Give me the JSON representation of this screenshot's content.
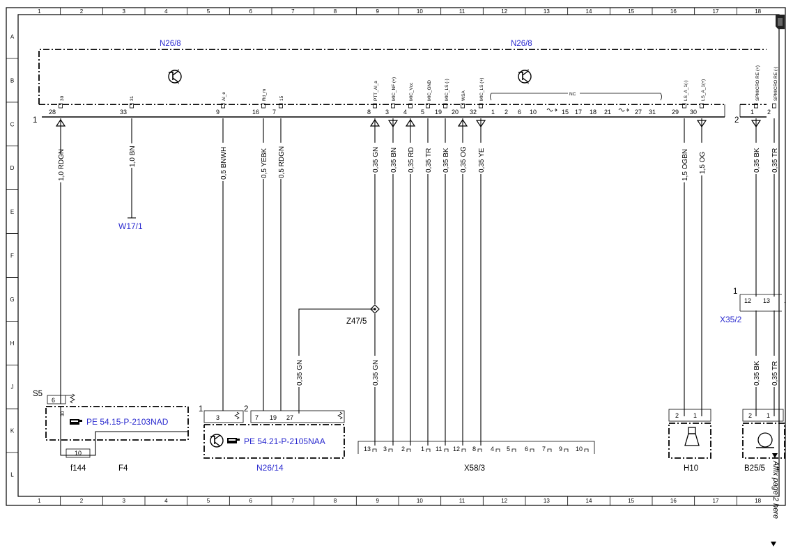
{
  "grid": {
    "columns": [
      "1",
      "2",
      "3",
      "4",
      "5",
      "6",
      "7",
      "8",
      "9",
      "10",
      "11",
      "12",
      "13",
      "14",
      "15",
      "16",
      "17",
      "18"
    ],
    "rows": [
      "A",
      "B",
      "C",
      "D",
      "E",
      "F",
      "G",
      "H",
      "J",
      "K",
      "L"
    ]
  },
  "components": {
    "n26_8_left": "N26/8",
    "n26_8_right": "N26/8",
    "w17_1": "W17/1",
    "z47_5": "Z47/5",
    "x35_2": "X35/2",
    "x58_3": "X58/3",
    "h10": "H10",
    "b25": "B25/5",
    "n26_14": "N26/14",
    "f144": "f144",
    "f4": "F4",
    "s5": "S5",
    "nc": "NC"
  },
  "references": {
    "ref1": "PE 54.15-P-2103NAD",
    "ref2": "PE 54.21-P-2105NAA"
  },
  "connector_numbers": {
    "main_left": "1",
    "main_right": "2",
    "x35_num": "1",
    "n26_14_a": "1",
    "n26_14_b": "2"
  },
  "main_pins": {
    "p28": "28",
    "p33": "33",
    "p9": "9",
    "p16": "16",
    "p7": "7",
    "p8": "8",
    "p3": "3",
    "p4": "4",
    "p5": "5",
    "p19": "19",
    "p20": "20",
    "p32": "32",
    "nc_pins": [
      "1",
      "2",
      "6",
      "10",
      "15",
      "17",
      "18",
      "21",
      "27",
      "31"
    ],
    "p29": "29",
    "p30": "30",
    "r1": "1",
    "r2": "2"
  },
  "signals": {
    "s30": "30",
    "s31": "31",
    "al_e": "Al_e",
    "rd_m": "Rd_m",
    "s15": "15",
    "ptt": "PTT_Al_a",
    "mic_nf": "MIC_NF (+)",
    "mic_vcc": "MIC_Vcc",
    "mic_gnd": "MIC_GND",
    "mic_ls_minus": "MIC_LS (-)",
    "wsa": "WSA",
    "mic_ls_plus": "MIC_LS (+)",
    "ls_a1_minus": "LS_A_1(-)",
    "ls_a1_plus": "LS_A_1(+)",
    "spm_plus": "SPMICRO RE (+)",
    "spm_minus": "SPMICRO RE (-)"
  },
  "wires": {
    "w1": "1,0 RDGN",
    "w2": "1,0 BN",
    "w3": "0,5 BNWH",
    "w4": "0,5 YEBK",
    "w5": "0,5 RDGN",
    "w6": "0,35 GN",
    "w7": "0,35 BN",
    "w8": "0,35 RD",
    "w9": "0,35 TR",
    "w10": "0,35 BK",
    "w11": "0,35 OG",
    "w12": "0,35 YE",
    "w13": "1,5 OGBN",
    "w14": "1,5 OG",
    "w15": "0,35 BK",
    "w16": "0,35 TR",
    "w17": "0,35 GN",
    "w18": "0,35 GN",
    "w19": "0,35 BK",
    "w20": "0,35 TR"
  },
  "x58_pins": [
    "13",
    "3",
    "2",
    "1",
    "11",
    "12",
    "8",
    "4",
    "5",
    "6",
    "7",
    "9",
    "10"
  ],
  "h10_pins": [
    "2",
    "1"
  ],
  "b25_pins": [
    "2",
    "1"
  ],
  "x35_pins": [
    "12",
    "13"
  ],
  "s5_pins": {
    "p6": "6",
    "p30": "30",
    "p10": "10"
  },
  "n26_14_pins": [
    "3",
    "7",
    "19",
    "27"
  ],
  "side_note": "Affix page 2 here"
}
